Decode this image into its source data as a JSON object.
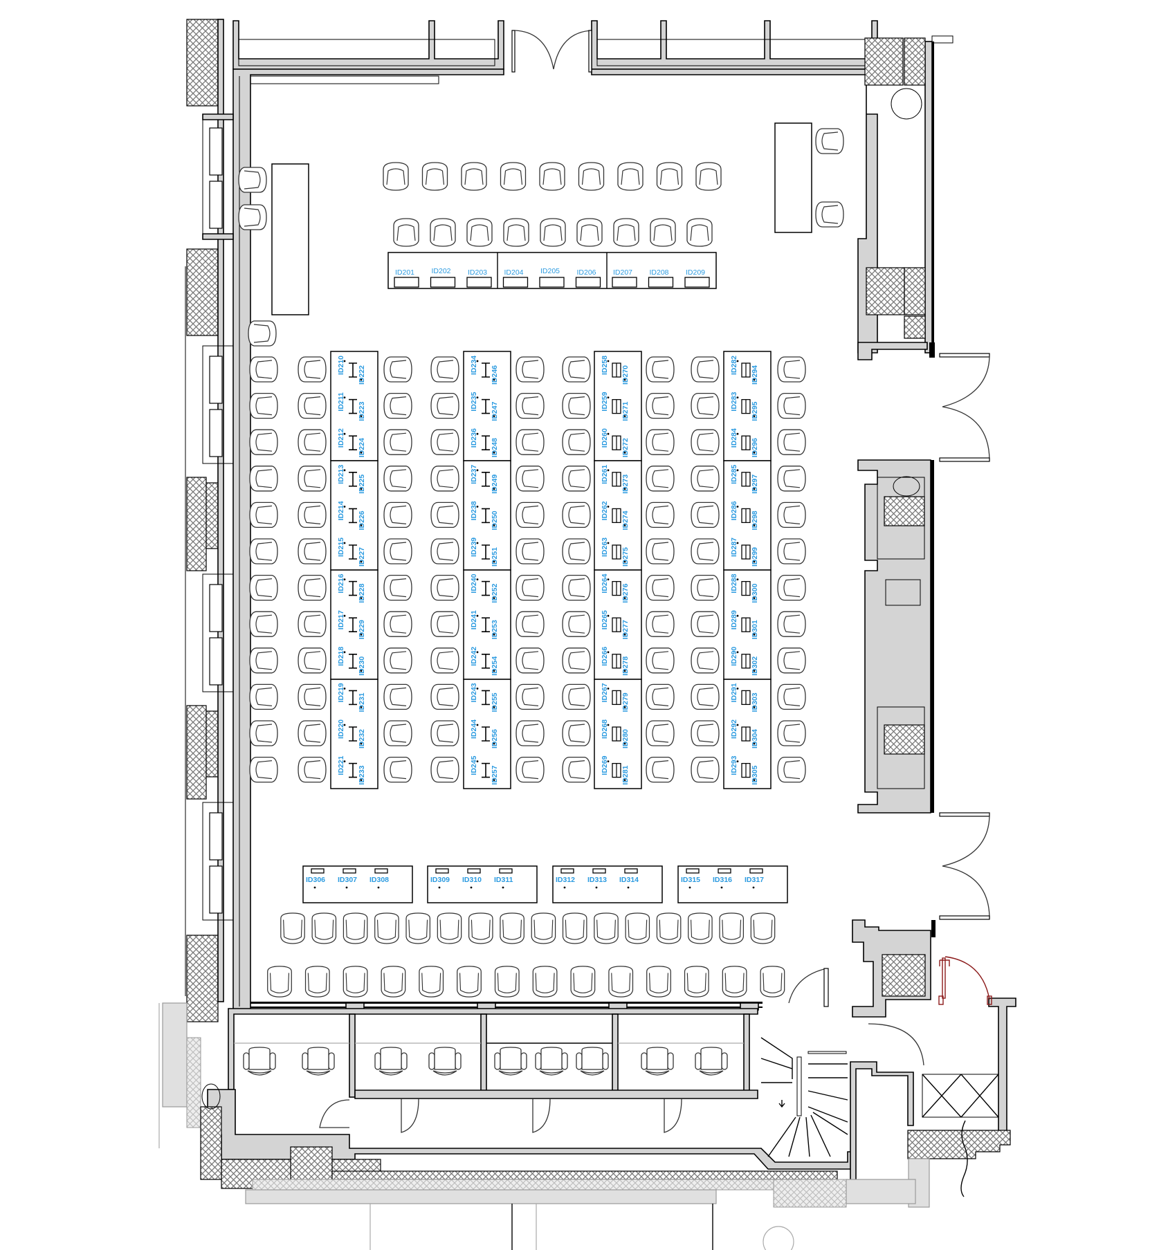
{
  "plan": {
    "colors": {
      "wall_fill": "#d4d4d4",
      "label_blue": "#2a9ae0",
      "emergency_door": "#8b1a1a"
    },
    "front_desk_block": {
      "ids": [
        "ID201",
        "ID202",
        "ID203",
        "ID204",
        "ID205",
        "ID206",
        "ID207",
        "ID208",
        "ID209"
      ]
    },
    "desk_columns": [
      {
        "left_ids": [
          "ID210",
          "ID211",
          "ID212",
          "ID213",
          "ID214",
          "ID215",
          "ID216",
          "ID217",
          "ID218",
          "ID219",
          "ID220",
          "ID221"
        ],
        "right_ids": [
          "ID222",
          "ID223",
          "ID224",
          "ID225",
          "ID226",
          "ID227",
          "ID228",
          "ID229",
          "ID230",
          "ID231",
          "ID232",
          "ID233"
        ]
      },
      {
        "left_ids": [
          "ID234",
          "ID235",
          "ID236",
          "ID237",
          "ID238",
          "ID239",
          "ID240",
          "ID241",
          "ID242",
          "ID243",
          "ID244",
          "ID245"
        ],
        "right_ids": [
          "ID246",
          "ID247",
          "ID248",
          "ID249",
          "ID250",
          "ID251",
          "ID252",
          "ID253",
          "ID254",
          "ID255",
          "ID256",
          "ID257"
        ]
      },
      {
        "left_ids": [
          "ID258",
          "ID259",
          "ID260",
          "ID261",
          "ID262",
          "ID263",
          "ID264",
          "ID265",
          "ID266",
          "ID267",
          "ID268",
          "ID269"
        ],
        "right_ids": [
          "ID270",
          "ID271",
          "ID272",
          "ID273",
          "ID274",
          "ID275",
          "ID276",
          "ID277",
          "ID278",
          "ID279",
          "ID280",
          "ID281"
        ]
      },
      {
        "left_ids": [
          "ID282",
          "ID283",
          "ID284",
          "ID285",
          "ID286",
          "ID287",
          "ID288",
          "ID289",
          "ID290",
          "ID291",
          "ID292",
          "ID293"
        ],
        "right_ids": [
          "ID294",
          "ID295",
          "ID296",
          "ID297",
          "ID298",
          "ID299",
          "ID300",
          "ID301",
          "ID302",
          "ID303",
          "ID304",
          "ID305"
        ]
      }
    ],
    "rear_desk_blocks": [
      {
        "ids": [
          "ID306",
          "ID307",
          "ID308"
        ]
      },
      {
        "ids": [
          "ID309",
          "ID310",
          "ID311"
        ]
      },
      {
        "ids": [
          "ID312",
          "ID313",
          "ID314"
        ]
      },
      {
        "ids": [
          "ID315",
          "ID316",
          "ID317"
        ]
      }
    ],
    "seating": {
      "front_row_1_count": 9,
      "front_row_2_count": 9,
      "grid_rows": 12,
      "grid_chairs_per_row": 9,
      "rear_row_1_count": 16,
      "rear_row_2_count": 14,
      "left_lectern_chairs": 2,
      "right_desk_chairs": 2
    },
    "offices": [
      {
        "chairs": 2
      },
      {
        "chairs": 2
      },
      {
        "chairs": 3
      },
      {
        "chairs": 2
      }
    ]
  }
}
